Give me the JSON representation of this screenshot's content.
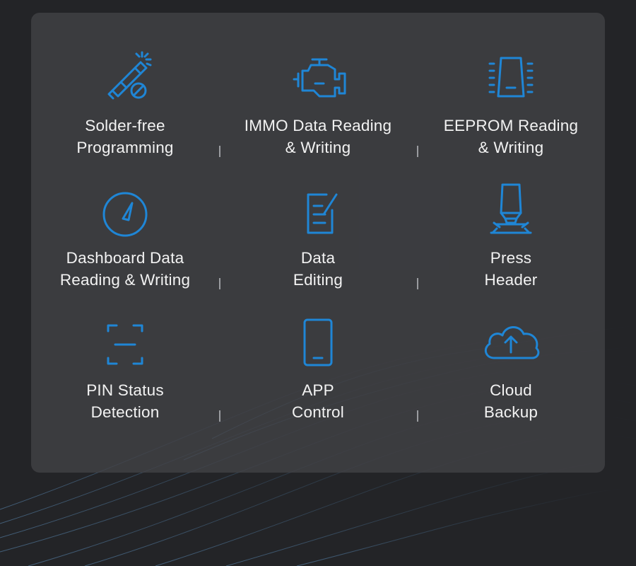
{
  "colors": {
    "background": "#232427",
    "panel": "#434448",
    "icon_stroke": "#1f86d6",
    "text": "#f2f2f2"
  },
  "features": [
    {
      "icon": "solder-iron-icon",
      "line1": "Solder-free",
      "line2": "Programming"
    },
    {
      "icon": "engine-icon",
      "line1": "IMMO Data Reading",
      "line2": "& Writing"
    },
    {
      "icon": "eeprom-chip-icon",
      "line1": "EEPROM Reading",
      "line2": "& Writing"
    },
    {
      "icon": "gauge-icon",
      "line1": "Dashboard Data",
      "line2": "Reading & Writing"
    },
    {
      "icon": "edit-document-icon",
      "line1": "Data",
      "line2": "Editing"
    },
    {
      "icon": "press-header-icon",
      "line1": "Press",
      "line2": "Header"
    },
    {
      "icon": "scan-frame-icon",
      "line1": "PIN Status",
      "line2": "Detection"
    },
    {
      "icon": "tablet-icon",
      "line1": "APP",
      "line2": "Control"
    },
    {
      "icon": "cloud-upload-icon",
      "line1": "Cloud",
      "line2": "Backup"
    }
  ]
}
